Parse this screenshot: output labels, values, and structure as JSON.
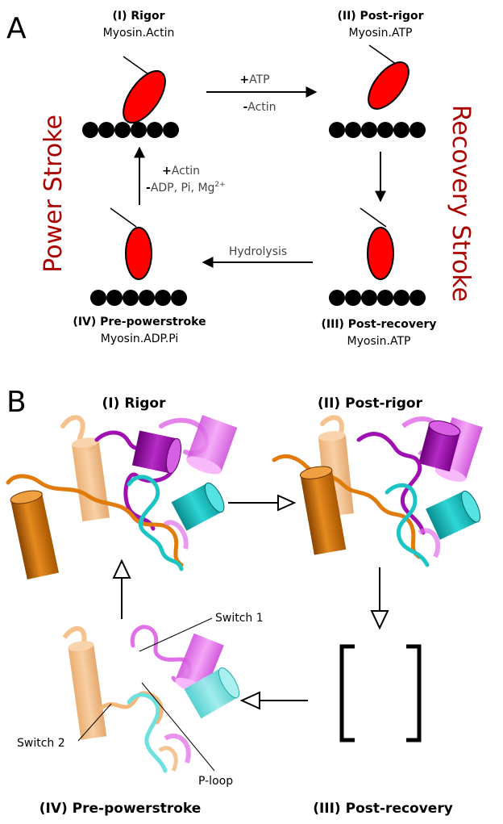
{
  "panel_a": {
    "letter": "A",
    "states": {
      "rigor": {
        "title": "(I) Rigor",
        "complex": "Myosin.Actin"
      },
      "post_rigor": {
        "title": "(II) Post-rigor",
        "complex": "Myosin.ATP"
      },
      "post_recovery": {
        "title": "(III) Post-recovery",
        "complex": "Myosin.ATP"
      },
      "pre_powerstroke": {
        "title": "(IV) Pre-powerstroke",
        "complex": "Myosin.ADP.Pi"
      }
    },
    "arrows": {
      "i_to_ii_sign1": "+",
      "i_to_ii_label1": "ATP",
      "i_to_ii_sign2": "-",
      "i_to_ii_label2": "Actin",
      "iv_to_i_sign1": "+",
      "iv_to_i_label1": "Actin",
      "iv_to_i_sign2": "-",
      "iv_to_i_label2": "ADP, Pi, Mg",
      "iv_to_i_sup": "2+",
      "iii_to_iv_label": "Hydrolysis"
    },
    "side_labels": {
      "left": "Power Stroke",
      "right": "Recovery Stroke"
    },
    "colors": {
      "myosin": "#ff0000",
      "actin": "#000000",
      "stroke_text": "#aa0000"
    }
  },
  "panel_b": {
    "letter": "B",
    "titles": {
      "rigor": "(I) Rigor",
      "post_rigor": "(II) Post-rigor",
      "pre_powerstroke": "(IV) Pre-powerstroke",
      "post_recovery": "(III) Post-recovery"
    },
    "annotations": {
      "switch1": "Switch 1",
      "switch2": "Switch 2",
      "ploop": "P-loop"
    },
    "colors": {
      "orange": "#e07b0c",
      "peach": "#f4b77a",
      "purple": "#a010b0",
      "magenta": "#e070e8",
      "cyan": "#1cc4c4",
      "light_cyan": "#6ee0e0"
    }
  }
}
